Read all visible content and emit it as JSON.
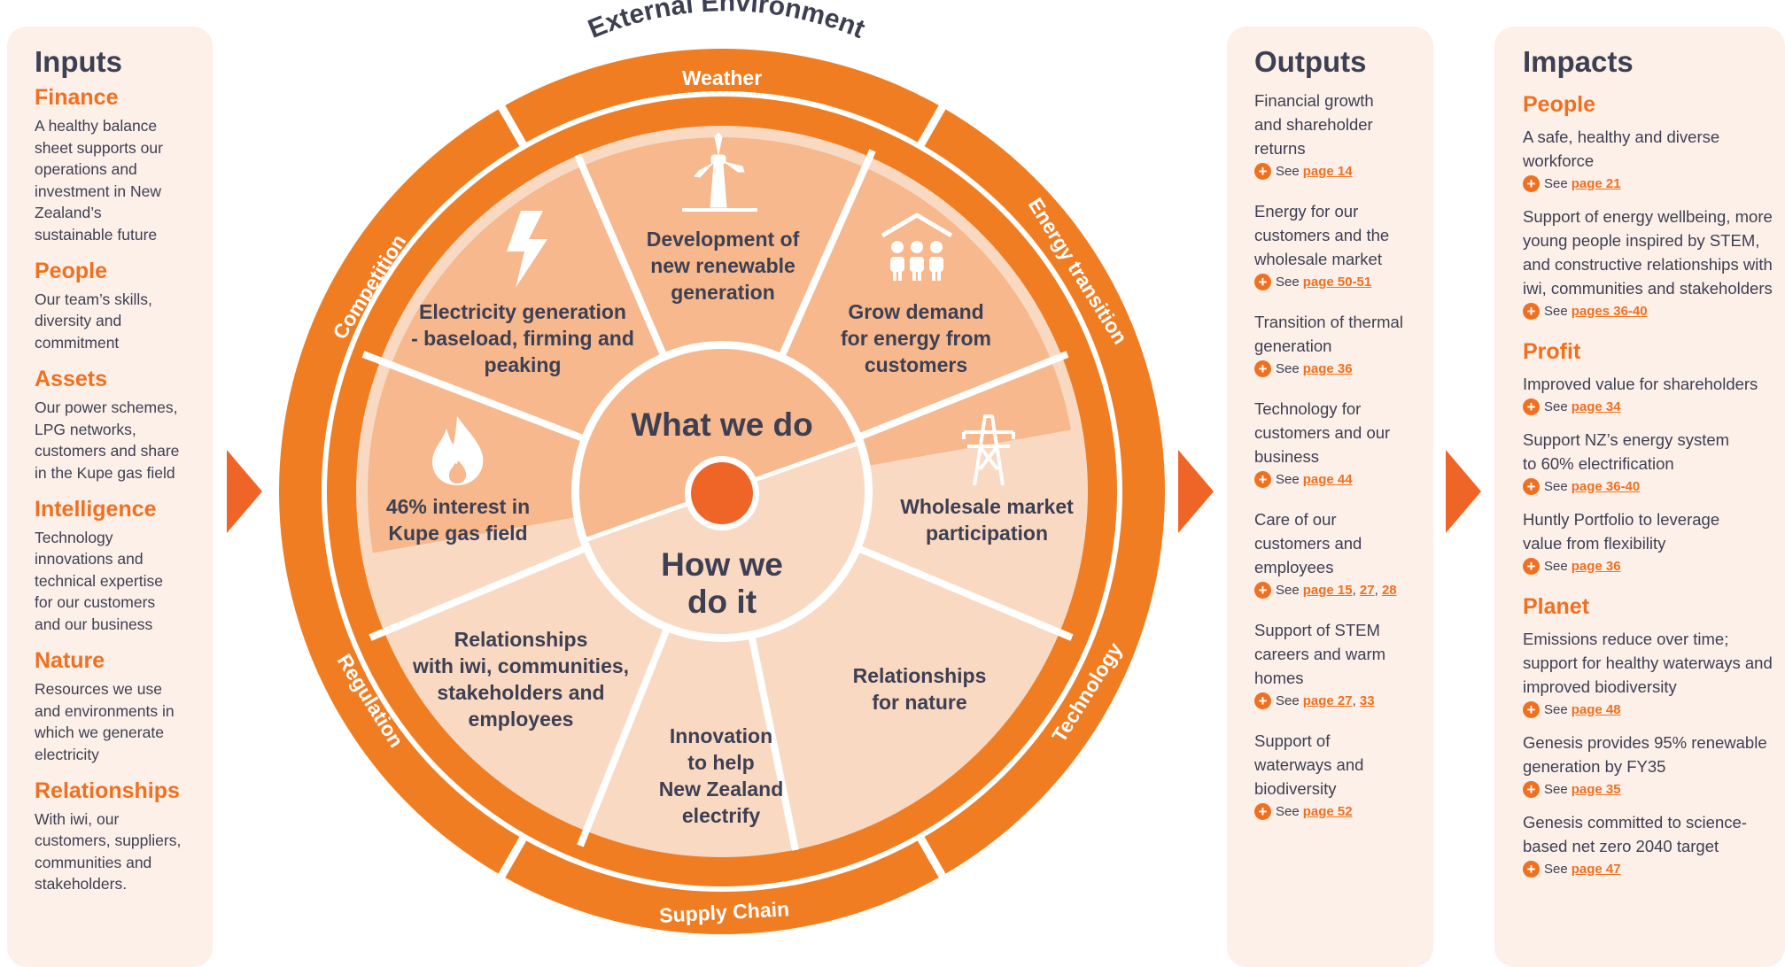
{
  "inputs": {
    "title": "Inputs",
    "items": [
      {
        "title": "Finance",
        "text": "A healthy balance sheet supports our operations and investment in New Zealand’s sustainable future"
      },
      {
        "title": "People",
        "text": "Our team’s skills, diversity and commitment"
      },
      {
        "title": "Assets",
        "text": "Our power schemes, LPG networks, customers and share in the Kupe gas field"
      },
      {
        "title": "Intelligence",
        "text": "Technology innovations and technical expertise for our customers and our business"
      },
      {
        "title": "Nature",
        "text": "Resources we use and environments in which we generate electricity"
      },
      {
        "title": "Relationships",
        "text": "With iwi, our customers, suppliers, communities and stakeholders."
      }
    ]
  },
  "wheel": {
    "external_title": "External Environment",
    "ring": {
      "weather": "Weather",
      "energy_transition": "Energy transition",
      "technology": "Technology",
      "supply_chain": "Supply Chain",
      "regulation": "Regulation",
      "competition": "Competition"
    },
    "center_top": "What we do",
    "center_bottom_1": "How we",
    "center_bottom_2": "do it",
    "segments": {
      "renewable": [
        "Development of",
        "new renewable",
        "generation"
      ],
      "grow_demand": [
        "Grow demand",
        "for energy from",
        "customers"
      ],
      "wholesale": [
        "Wholesale market",
        "participation"
      ],
      "electricity": [
        "Electricity generation",
        "- baseload, firming and",
        "peaking"
      ],
      "kupe": [
        "46% interest in",
        "Kupe gas field"
      ],
      "nature": [
        "Relationships",
        "for nature"
      ],
      "innovation": [
        "Innovation",
        "to help",
        "New Zealand",
        "electrify"
      ],
      "relationships": [
        "Relationships",
        "with iwi, communities,",
        "stakeholders and",
        "employees"
      ]
    },
    "icons": [
      "wind-turbine-icon",
      "people-house-icon",
      "pylon-icon",
      "lightning-icon",
      "flame-icon"
    ],
    "colors": {
      "ring": "#f07d22",
      "ring_dark": "#ec6f1c",
      "top": "#f6b88c",
      "bottom": "#fad9c3",
      "center_dot": "#ee6527",
      "text": "#3d3f52"
    }
  },
  "outputs": {
    "title": "Outputs",
    "see_label": "See",
    "items": [
      {
        "text": "Financial growth and shareholder returns",
        "pages": [
          "page 14"
        ]
      },
      {
        "text": "Energy for our customers and the wholesale market",
        "pages": [
          "page 50-51"
        ]
      },
      {
        "text": "Transition of thermal generation",
        "pages": [
          "page 36"
        ]
      },
      {
        "text": "Technology for customers and our business",
        "pages": [
          "page 44"
        ]
      },
      {
        "text": "Care of our customers and employees",
        "pages": [
          "page 15",
          "27",
          "28"
        ]
      },
      {
        "text": "Support of STEM careers and warm homes",
        "pages": [
          "page 27",
          "33"
        ]
      },
      {
        "text": "Support of waterways and biodiversity",
        "pages": [
          "page 52"
        ]
      }
    ]
  },
  "impacts": {
    "title": "Impacts",
    "see_label": "See",
    "groups": [
      {
        "title": "People",
        "items": [
          {
            "text": "A safe, healthy and diverse workforce",
            "page": "page 21"
          },
          {
            "text": "Support of energy wellbeing, more young people inspired by STEM, and constructive relationships with iwi, communities and stakeholders",
            "page": "pages 36-40"
          }
        ]
      },
      {
        "title": "Profit",
        "items": [
          {
            "text": "Improved value for shareholders",
            "page": "page 34"
          },
          {
            "text": "Support NZ’s energy system to 60% electrification",
            "page": "page 36-40"
          },
          {
            "text": "Huntly Portfolio to leverage value from flexibility",
            "page": "page 36"
          }
        ]
      },
      {
        "title": "Planet",
        "items": [
          {
            "text": "Emissions reduce over time; support for healthy waterways and improved biodiversity",
            "page": "page 48"
          },
          {
            "text": "Genesis provides 95% renewable generation by FY35",
            "page": "page 35"
          },
          {
            "text": "Genesis committed to science-based net zero 2040 target",
            "page": "page 47"
          }
        ]
      }
    ]
  }
}
